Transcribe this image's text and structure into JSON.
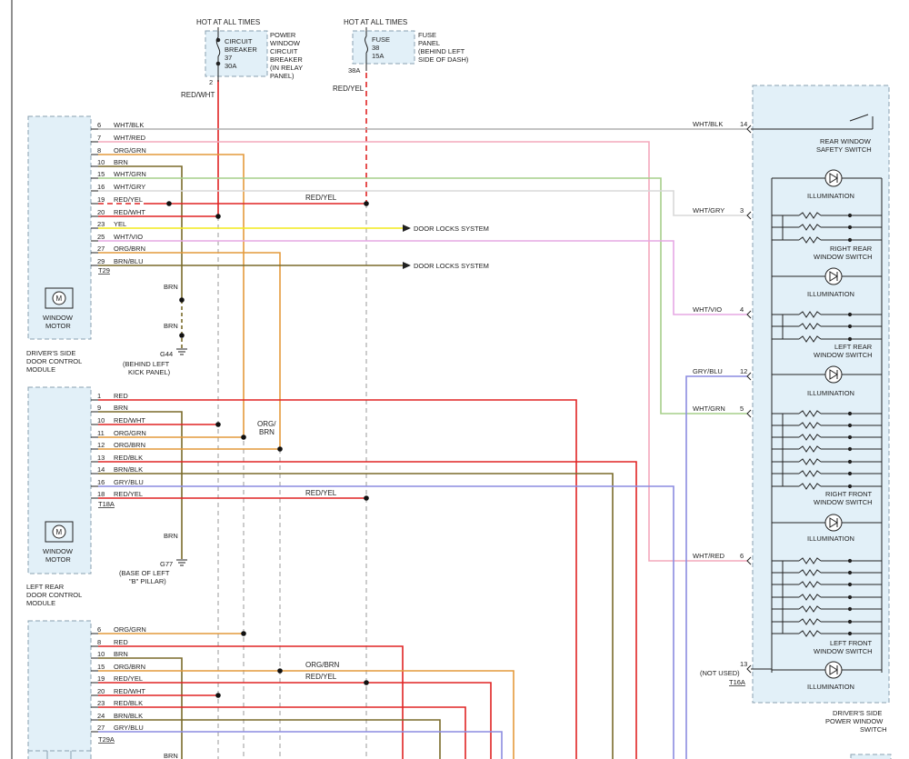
{
  "colors": {
    "red": "#e02424",
    "orange": "#e49a3c",
    "brown": "#7a6a2a",
    "pink": "#f4a8bc",
    "green": "#a6cf8a",
    "yellow": "#f2ea1c",
    "violet": "#e6a8e4",
    "blue": "#8c8ce0",
    "gray": "#b0b0b0",
    "lightgray": "#d8d8d8",
    "module_fill": "#e2f0f8",
    "dashed": "#8aa0b0"
  },
  "hot_labels": {
    "cb": "HOT AT ALL TIMES",
    "fuse": "HOT AT ALL TIMES"
  },
  "circuit_breaker": {
    "lines": [
      "CIRCUIT",
      "BREAKER",
      "37",
      "30A"
    ],
    "desc": [
      "POWER",
      "WINDOW",
      "CIRCUIT",
      "BREAKER",
      "(IN RELAY",
      "PANEL)"
    ],
    "pin": "2",
    "wire": "RED/WHT"
  },
  "fuse": {
    "lines": [
      "FUSE",
      "38",
      "15A"
    ],
    "desc": [
      "FUSE",
      "PANEL",
      "(BEHIND LEFT",
      "SIDE OF DASH)"
    ],
    "pin": "38A",
    "wire": "RED/YEL"
  },
  "driver_module": {
    "motor": "M",
    "motor_label": [
      "WINDOW",
      "MOTOR"
    ],
    "name": [
      "DRIVER'S SIDE",
      "DOOR CONTROL",
      "MODULE"
    ],
    "connector": "T29",
    "pins": [
      {
        "num": "6",
        "color": "WHT/BLK"
      },
      {
        "num": "7",
        "color": "WHT/RED"
      },
      {
        "num": "8",
        "color": "ORG/GRN"
      },
      {
        "num": "10",
        "color": "BRN"
      },
      {
        "num": "15",
        "color": "WHT/GRN"
      },
      {
        "num": "16",
        "color": "WHT/GRY"
      },
      {
        "num": "19",
        "color": "RED/YEL"
      },
      {
        "num": "20",
        "color": "RED/WHT"
      },
      {
        "num": "23",
        "color": "YEL"
      },
      {
        "num": "25",
        "color": "WHT/VIO"
      },
      {
        "num": "27",
        "color": "ORG/BRN"
      },
      {
        "num": "29",
        "color": "BRN/BLU"
      }
    ]
  },
  "door_locks": [
    "DOOR LOCKS SYSTEM",
    "DOOR LOCKS SYSTEM"
  ],
  "g44": {
    "brn1": "BRN",
    "brn2": "BRN",
    "id": "G44",
    "desc": [
      "(BEHIND LEFT",
      "KICK PANEL)"
    ]
  },
  "left_rear_module": {
    "motor": "M",
    "motor_label": [
      "WINDOW",
      "MOTOR"
    ],
    "name": [
      "LEFT REAR",
      "DOOR CONTROL",
      "MODULE"
    ],
    "connector": "T18A",
    "pins": [
      {
        "num": "1",
        "color": "RED"
      },
      {
        "num": "9",
        "color": "BRN"
      },
      {
        "num": "10",
        "color": "RED/WHT"
      },
      {
        "num": "11",
        "color": "ORG/GRN"
      },
      {
        "num": "12",
        "color": "ORG/BRN"
      },
      {
        "num": "13",
        "color": "RED/BLK"
      },
      {
        "num": "14",
        "color": "BRN/BLK"
      },
      {
        "num": "16",
        "color": "GRY/BLU"
      },
      {
        "num": "18",
        "color": "RED/YEL"
      }
    ]
  },
  "g77": {
    "brn": "BRN",
    "id": "G77",
    "desc": [
      "(BASE OF LEFT",
      "\"B\" PILLAR)"
    ]
  },
  "right_rear_module": {
    "connector": "T29A",
    "brn": "BRN",
    "pins": [
      {
        "num": "6",
        "color": "ORG/GRN"
      },
      {
        "num": "8",
        "color": "RED"
      },
      {
        "num": "10",
        "color": "BRN"
      },
      {
        "num": "15",
        "color": "ORG/BRN"
      },
      {
        "num": "19",
        "color": "RED/YEL"
      },
      {
        "num": "20",
        "color": "RED/WHT"
      },
      {
        "num": "23",
        "color": "RED/BLK"
      },
      {
        "num": "24",
        "color": "BRN/BLK"
      },
      {
        "num": "27",
        "color": "GRY/BLU"
      }
    ]
  },
  "mid_labels": {
    "red_yel_top": "RED/YEL",
    "red_yel_mid": "RED/YEL",
    "org_brn_split": [
      "ORG/",
      "BRN"
    ],
    "org_brn_bottom": "ORG/BRN",
    "red_yel_bottom": "RED/YEL"
  },
  "switch_module": {
    "name": [
      "DRIVER'S SIDE",
      "POWER WINDOW",
      "SWITCH"
    ],
    "connector": "T16A",
    "rear_safety": [
      "REAR WINDOW",
      "SAFETY SWITCH"
    ],
    "illumination": "ILLUMINATION",
    "right_rear": [
      "RIGHT REAR",
      "WINDOW SWITCH"
    ],
    "left_rear": [
      "LEFT REAR",
      "WINDOW SWITCH"
    ],
    "right_front": [
      "RIGHT FRONT",
      "WINDOW SWITCH"
    ],
    "left_front": [
      "LEFT FRONT",
      "WINDOW SWITCH"
    ],
    "not_used": "(NOT USED)",
    "pins": [
      {
        "num": "14",
        "color": "WHT/BLK"
      },
      {
        "num": "3",
        "color": "WHT/GRY"
      },
      {
        "num": "4",
        "color": "WHT/VIO"
      },
      {
        "num": "12",
        "color": "GRY/BLU"
      },
      {
        "num": "5",
        "color": "WHT/GRN"
      },
      {
        "num": "6",
        "color": "WHT/RED"
      },
      {
        "num": "13",
        "color": ""
      }
    ]
  }
}
